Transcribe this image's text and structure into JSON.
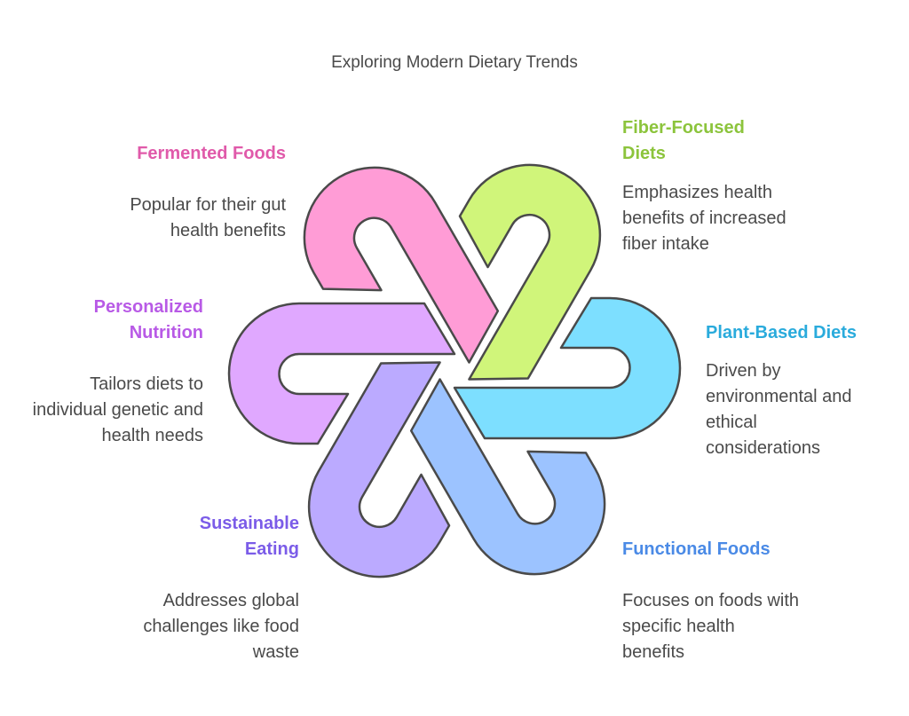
{
  "title": "Exploring Modern Dietary Trends",
  "items": [
    {
      "id": "fermented-foods",
      "label": "Fermented Foods",
      "description": "Popular for their gut health benefits",
      "label_color": "#e05aaa",
      "fill": "#ff9cd6"
    },
    {
      "id": "fiber-focused-diets",
      "label": "Fiber-Focused Diets",
      "description": "Emphasizes health benefits of increased fiber intake",
      "label_color": "#8cc43c",
      "fill": "#d0f57a"
    },
    {
      "id": "plant-based-diets",
      "label": "Plant-Based Diets",
      "description": "Driven by environmental and ethical considerations",
      "label_color": "#2aabdc",
      "fill": "#7ddfff"
    },
    {
      "id": "functional-foods",
      "label": "Functional Foods",
      "description": "Focuses on foods with specific health benefits",
      "label_color": "#4a8ae6",
      "fill": "#9cc3ff"
    },
    {
      "id": "sustainable-eating",
      "label": "Sustainable Eating",
      "description": "Addresses global challenges like food waste",
      "label_color": "#7b5ce8",
      "fill": "#bbaaff"
    },
    {
      "id": "personalized-nutrition",
      "label": "Personalized Nutrition",
      "description": "Tailors diets to individual genetic and health needs",
      "label_color": "#b85ae6",
      "fill": "#e0a8ff"
    }
  ],
  "stroke_color": "#4a4a4a"
}
